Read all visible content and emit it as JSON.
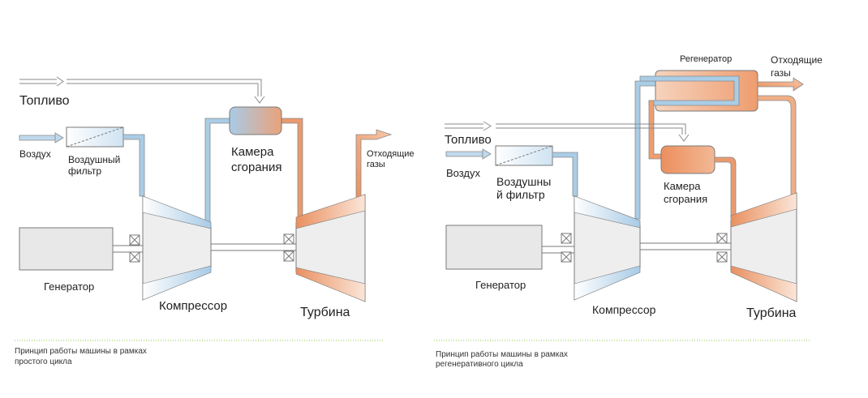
{
  "simple": {
    "fuel": "Топливо",
    "air": "Воздух",
    "filter_line1": "Воздушный",
    "filter_line2": "фильтр",
    "chamber_line1": "Камера",
    "chamber_line2": "сгорания",
    "exhaust_line1": "Отходящие",
    "exhaust_line2": "газы",
    "generator": "Генератор",
    "compressor": "Компрессор",
    "turbine": "Турбина",
    "caption_line1": "Принцип работы машины в рамках",
    "caption_line2": "простого цикла"
  },
  "regen": {
    "regenerator": "Регенератор",
    "exhaust_line1": "Отходящие",
    "exhaust_line2": "газы",
    "fuel": "Топливо",
    "air": "Воздух",
    "filter_line1": "Воздушны",
    "filter_line2": "й фильтр",
    "chamber_line1": "Камера",
    "chamber_line2": "сгорания",
    "generator": "Генератор",
    "compressor": "Компрессор",
    "turbine": "Турбина",
    "caption_line1": "Принцип работы машины в рамках",
    "caption_line2": "регенеративного цикла"
  },
  "colors": {
    "cold_flow": "#a9cde6",
    "hot_flow": "#e99a6e",
    "outline": "#7a7a7a",
    "caption_rule": "#8cc63f"
  }
}
